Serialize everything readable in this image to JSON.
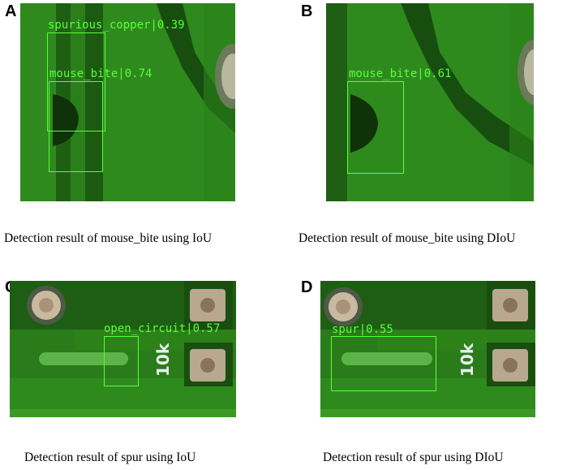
{
  "colors": {
    "board": "#2f8a1e",
    "board_dark": "#14470e",
    "detection": "#58ff3a",
    "caption": "#000000"
  },
  "panels": [
    {
      "letter": "A",
      "caption": "Detection result of mouse_bite using IoU",
      "detections": [
        {
          "label": "spurious_copper|0.39"
        },
        {
          "label": "mouse_bite|0.74"
        }
      ]
    },
    {
      "letter": "B",
      "caption": "Detection result of mouse_bite using DIoU",
      "detections": [
        {
          "label": "mouse_bite|0.61"
        }
      ]
    },
    {
      "letter": "C",
      "caption": "Detection result of spur using IoU",
      "detections": [
        {
          "label": "open_circuit|0.57"
        }
      ],
      "silkscreen": "10k"
    },
    {
      "letter": "D",
      "caption": "Detection result of spur using DIoU",
      "detections": [
        {
          "label": "spur|0.55"
        }
      ],
      "silkscreen": "10k"
    }
  ]
}
